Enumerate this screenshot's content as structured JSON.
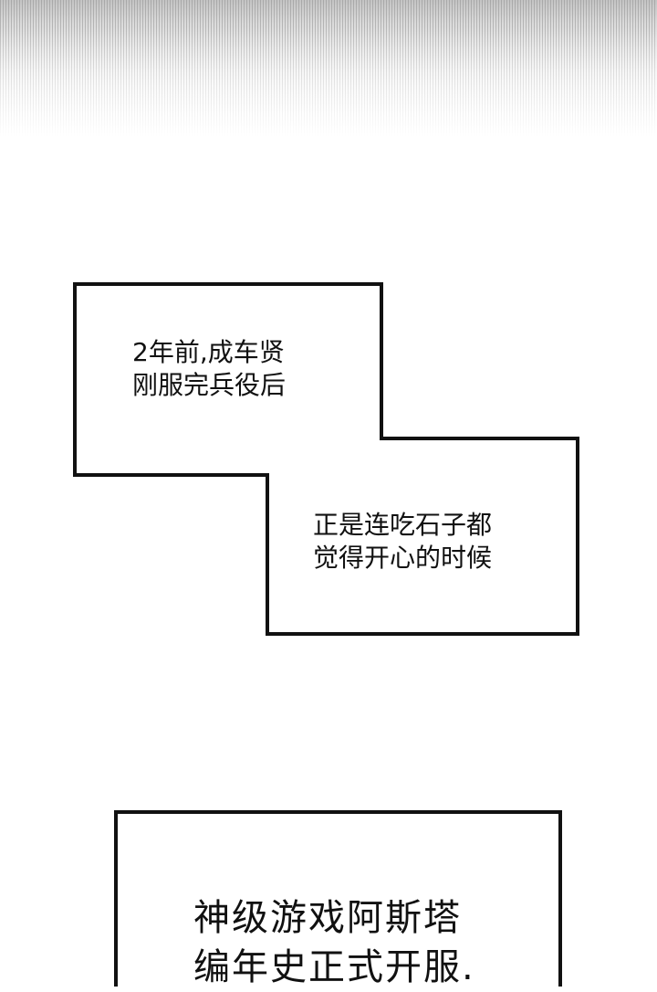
{
  "caption_1": {
    "line_1": "2年前,成车贤",
    "line_2": "刚服完兵役后"
  },
  "caption_2": {
    "line_1": "正是连吃石子都",
    "line_2": "觉得开心的时候"
  },
  "caption_3": {
    "line_1": "神级游戏阿斯塔",
    "line_2": "编年史正式开服."
  },
  "colors": {
    "background": "#ffffff",
    "border": "#111111",
    "text": "#111111"
  }
}
